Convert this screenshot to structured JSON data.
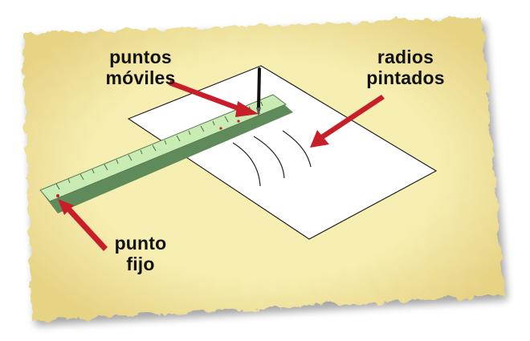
{
  "labels": {
    "puntos_moviles": [
      "puntos",
      "móviles"
    ],
    "radios_pintados": [
      "radios",
      "pintados"
    ],
    "punto_fijo": [
      "punto",
      "fijo"
    ]
  },
  "colors": {
    "parchment": "#f5eaa8",
    "parchment_edge": "#e0cf7d",
    "ruler_fill": "#c9ebb4",
    "ruler_stroke": "#5a7a52",
    "arrow": "#c81e2a",
    "paper": "#ffffff",
    "line": "#222222"
  }
}
